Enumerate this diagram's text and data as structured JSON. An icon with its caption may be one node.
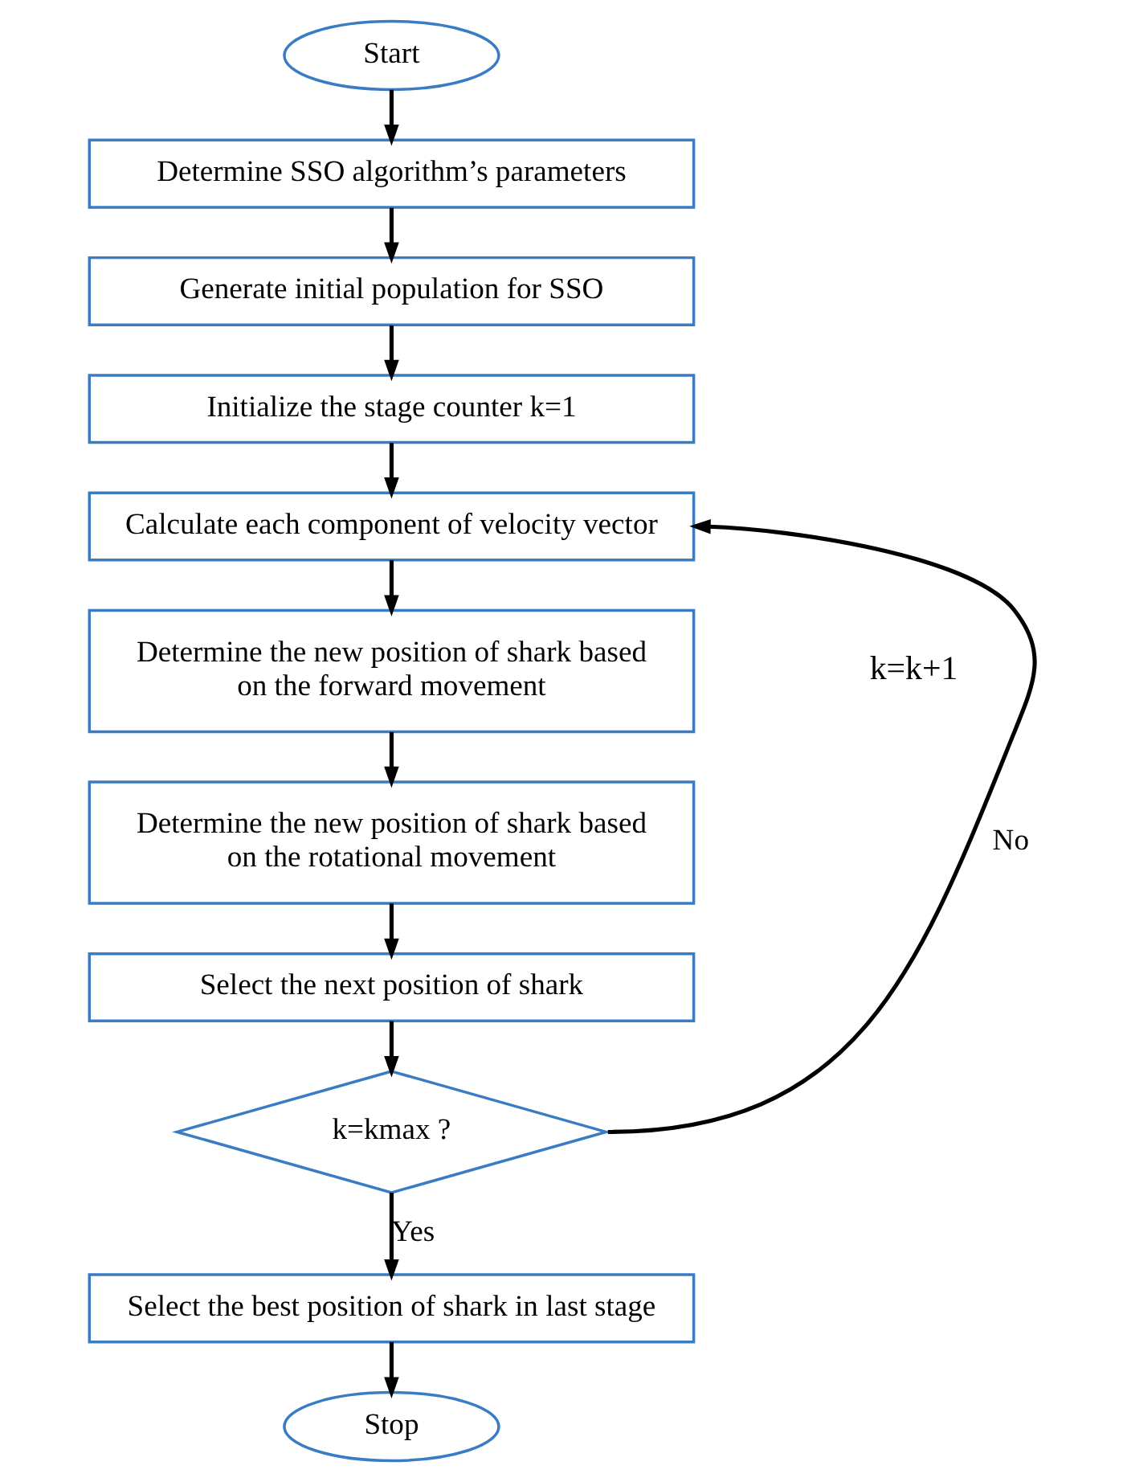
{
  "diagram": {
    "nodes": [
      {
        "text": [
          "Start"
        ]
      },
      {
        "text": [
          "Determine SSO algorithm’s parameters"
        ]
      },
      {
        "text": [
          "Generate initial population for SSO"
        ]
      },
      {
        "text": [
          "Initialize the stage counter k=1"
        ]
      },
      {
        "text": [
          "Calculate each component of velocity vector"
        ]
      },
      {
        "text": [
          "Determine the new position of shark based on the forward movement"
        ]
      },
      {
        "text": [
          "Determine the new position of shark based on the rotational movement"
        ]
      },
      {
        "text": [
          "Select the next position of shark"
        ]
      },
      {
        "text": [
          "k=kmax ?"
        ]
      },
      {
        "text": [
          "Select the best position of shark in last stage"
        ]
      },
      {
        "text": [
          "Stop"
        ]
      }
    ],
    "edges": [
      {
        "from": 0,
        "to": 1,
        "arrow": "to"
      },
      {
        "from": 1,
        "to": 2,
        "arrow": "to"
      },
      {
        "from": 2,
        "to": 3,
        "arrow": "to"
      },
      {
        "from": 3,
        "to": 4,
        "arrow": "to"
      },
      {
        "from": 4,
        "to": 5,
        "arrow": "to"
      },
      {
        "from": 5,
        "to": 6,
        "arrow": "to"
      },
      {
        "from": 6,
        "to": 7,
        "arrow": "to"
      },
      {
        "from": 7,
        "to": 8,
        "arrow": "to"
      },
      {
        "from": 8,
        "to": 4,
        "arrow": "to",
        "label": "No"
      },
      {
        "from": 8,
        "to": 9,
        "arrow": "to",
        "label": "Yes"
      },
      {
        "from": 9,
        "to": 10,
        "arrow": "to"
      }
    ],
    "labels": [
      "k=k+1"
    ]
  }
}
